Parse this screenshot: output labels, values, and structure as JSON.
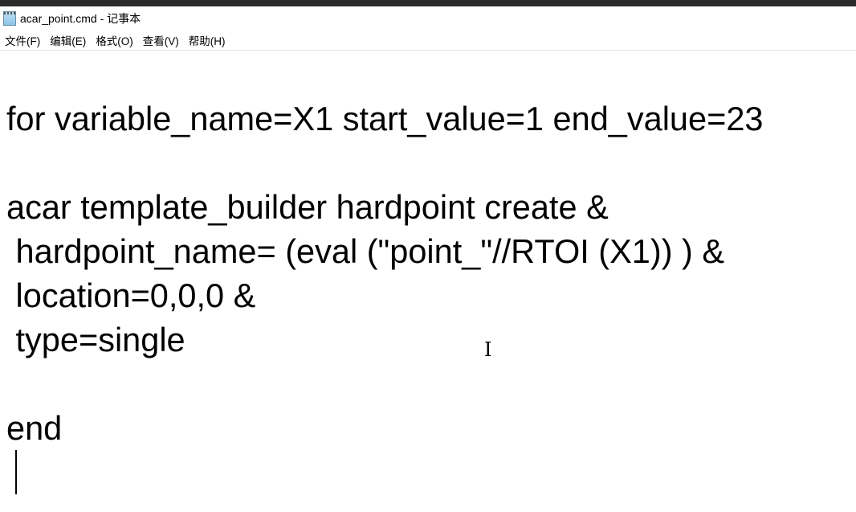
{
  "window": {
    "title": "acar_point.cmd - 记事本",
    "icon": "notepad-icon"
  },
  "menu": [
    "文件(F)",
    "编辑(E)",
    "格式(O)",
    "查看(V)",
    "帮助(H)"
  ],
  "editor": {
    "lines": [
      "for variable_name=X1 start_value=1 end_value=23",
      "",
      "acar template_builder hardpoint create &",
      " hardpoint_name= (eval (\"point_\"//RTOI (X1)) ) &",
      " location=0,0,0 &",
      " type=single",
      "",
      "end"
    ]
  }
}
